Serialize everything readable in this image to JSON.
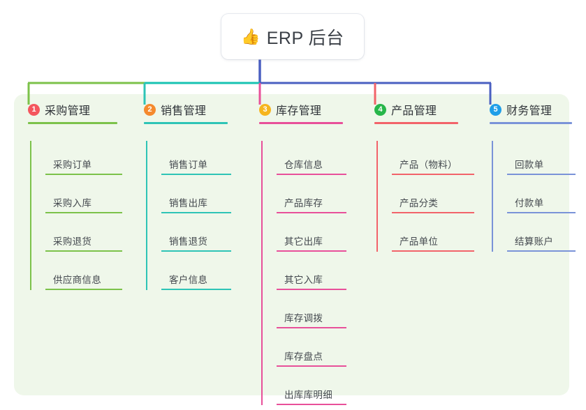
{
  "page": {
    "background": "#ffffff",
    "panel_color": "#eff7ea"
  },
  "root": {
    "icon": "thumbs-up-icon",
    "icon_glyph": "👍",
    "label": "ERP 后台",
    "stem_color": "#4a5fc1"
  },
  "connector": {
    "segments": [
      {
        "name": "green-span",
        "color": "#7cc24a"
      },
      {
        "name": "teal-span",
        "color": "#17c3b2"
      },
      {
        "name": "blue-span",
        "color": "#4a5fc1"
      }
    ]
  },
  "columns": [
    {
      "index": "1",
      "badge_color": "#f4565e",
      "line_color": "#7cc24a",
      "title": "采购管理",
      "title_width": 128,
      "leaf_width": 110,
      "items": [
        {
          "label": "采购订单"
        },
        {
          "label": "采购入库"
        },
        {
          "label": "采购退货"
        },
        {
          "label": "供应商信息"
        }
      ]
    },
    {
      "index": "2",
      "badge_color": "#f58a2e",
      "line_color": "#2ec4b6",
      "title": "销售管理",
      "title_width": 120,
      "leaf_width": 100,
      "items": [
        {
          "label": "销售订单"
        },
        {
          "label": "销售出库"
        },
        {
          "label": "销售退货"
        },
        {
          "label": "客户信息"
        }
      ]
    },
    {
      "index": "3",
      "badge_color": "#f6b51e",
      "line_color": "#e8509a",
      "title": "库存管理",
      "title_width": 120,
      "leaf_width": 100,
      "items": [
        {
          "label": "仓库信息"
        },
        {
          "label": "产品库存"
        },
        {
          "label": "其它出库"
        },
        {
          "label": "其它入库"
        },
        {
          "label": "库存调拨"
        },
        {
          "label": "库存盘点"
        },
        {
          "label": "出库库明细"
        }
      ]
    },
    {
      "index": "4",
      "badge_color": "#27b64a",
      "line_color": "#f2636a",
      "title": "产品管理",
      "title_width": 120,
      "leaf_width": 118,
      "items": [
        {
          "label": "产品（物料）"
        },
        {
          "label": "产品分类"
        },
        {
          "label": "产品单位"
        }
      ]
    },
    {
      "index": "5",
      "badge_color": "#1f9ee8",
      "line_color": "#7a93d8",
      "title": "财务管理",
      "title_width": 118,
      "leaf_width": 98,
      "items": [
        {
          "label": "回款单"
        },
        {
          "label": "付款单"
        },
        {
          "label": "结算账户"
        }
      ]
    }
  ]
}
